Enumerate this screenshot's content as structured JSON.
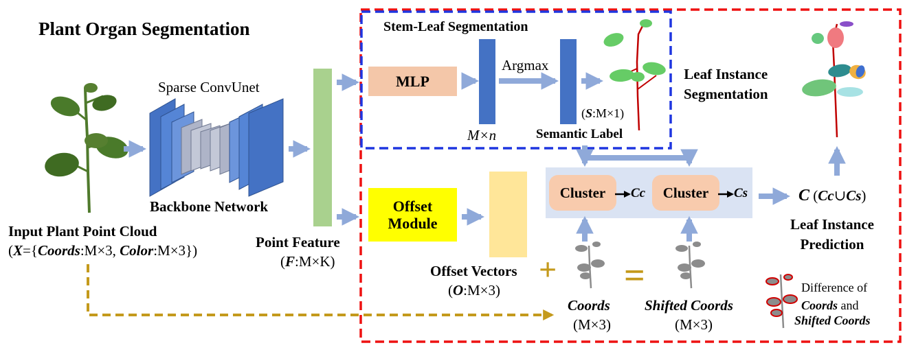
{
  "title": "Plant Organ Segmentation",
  "input": {
    "label": "Input Plant Point Cloud",
    "formula": {
      "open": "(",
      "x": "X",
      "eq": "={",
      "coords": "Coords",
      "coords_dim": ":M×3, ",
      "color": "Color",
      "color_dim": ":M×3})"
    }
  },
  "backbone": {
    "top_label": "Sparse ConvUnet",
    "bottom_label": "Backbone Network"
  },
  "point_feature": {
    "label": "Point Feature",
    "formula": {
      "open": "(",
      "var": "F",
      "rest": ":M×K)"
    }
  },
  "stem_leaf": {
    "title": "Stem-Leaf Segmentation",
    "mlp": "MLP",
    "dim": "M×n",
    "argmax": "Argmax",
    "s_formula": {
      "open": "(",
      "var": "S",
      "rest": ":M×1)"
    },
    "semantic_label": "Semantic Label"
  },
  "offset": {
    "module_line1": "Offset",
    "module_line2": "Module",
    "vectors_label": "Offset Vectors",
    "o_formula": {
      "open": "(",
      "var": "O",
      "rest": ":M×3)"
    },
    "plus": "+",
    "equals": "="
  },
  "coords_label": {
    "name": "Coords",
    "dim": "(M×3)"
  },
  "shifted_label": {
    "name": "Shifted Coords",
    "dim": "(M×3)"
  },
  "cluster": {
    "box1": "Cluster",
    "sub1": "Cc",
    "box2": "Cluster",
    "sub2": "Cs"
  },
  "leaf_instance": {
    "seg_line1": "Leaf Instance",
    "seg_line2": "Segmentation",
    "c_var": "C",
    "c_open": " (",
    "cc": "Cc",
    "union": "∪",
    "cs": "Cs",
    "c_close": ")",
    "pred_line1": "Leaf Instance",
    "pred_line2": "Prediction"
  },
  "difference": {
    "line1": "Difference of",
    "line2_a": "Coords",
    "line2_b": " and",
    "line3": "Shifted Coords"
  },
  "colors": {
    "arrow": "#8fa9d9",
    "conv_blue": "#4472c4",
    "conv_gray": "#aeb4c8",
    "feature_green": "#a9d18e",
    "mlp": "#f4c7a9",
    "offset_yellow": "#ffff00",
    "offset_vec": "#ffe699",
    "cluster_bg": "#dae3f3",
    "cluster_box": "#f8cbad",
    "red_border": "#ee1111",
    "blue_border": "#1f36e0",
    "gold": "#c49a1c"
  }
}
